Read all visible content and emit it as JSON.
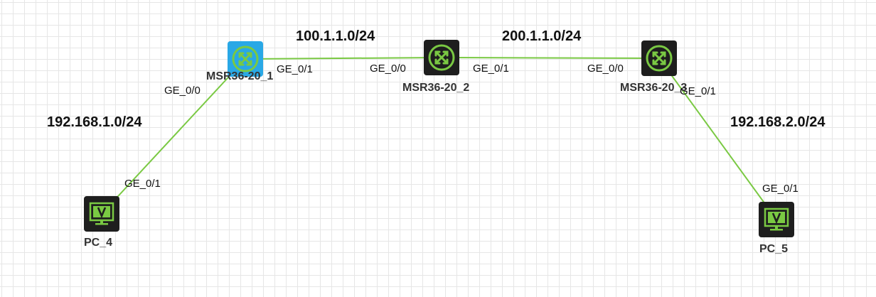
{
  "colors": {
    "link": "#7ac943",
    "router_selected_bg": "#29a8e6",
    "router_bg": "#1e1e1e",
    "router_icon": "#7ac943",
    "pc_bg": "#1e1e1e",
    "pc_screen": "#7ac943"
  },
  "devices": {
    "r1": {
      "name": "MSR36-20_1",
      "icon": "router-icon",
      "selected": true
    },
    "r2": {
      "name": "MSR36-20_2",
      "icon": "router-icon"
    },
    "r3": {
      "name": "MSR36-20_3",
      "icon": "router-icon"
    },
    "pc4": {
      "name": "PC_4",
      "icon": "pc-monitor-icon"
    },
    "pc5": {
      "name": "PC_5",
      "icon": "pc-monitor-icon"
    }
  },
  "links": [
    {
      "from": "r1",
      "to": "r2",
      "from_port": "GE_0/1",
      "to_port": "GE_0/0"
    },
    {
      "from": "r2",
      "to": "r3",
      "from_port": "GE_0/1",
      "to_port": "GE_0/0"
    },
    {
      "from": "r1",
      "to": "pc4",
      "from_port": "GE_0/0",
      "to_port": "GE_0/1"
    },
    {
      "from": "r3",
      "to": "pc5",
      "from_port": "GE_0/1",
      "to_port": "GE_0/1"
    }
  ],
  "subnets": [
    {
      "id": "net_r1_r2",
      "label": "100.1.1.0/24"
    },
    {
      "id": "net_r2_r3",
      "label": "200.1.1.0/24"
    },
    {
      "id": "net_pc4",
      "label": "192.168.1.0/24"
    },
    {
      "id": "net_pc5",
      "label": "192.168.2.0/24"
    }
  ]
}
